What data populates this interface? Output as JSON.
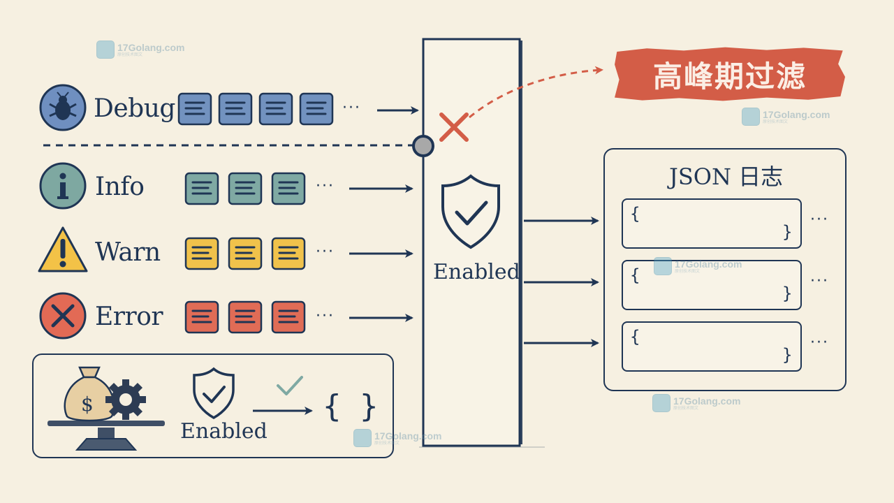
{
  "levels": [
    {
      "label": "Debug",
      "color": "#7292bf",
      "icon": "bug-icon",
      "icon_color": "#6f8fc0"
    },
    {
      "label": "Info",
      "color": "#7fa9a3",
      "icon": "info-icon",
      "icon_color": "#7ea8a1"
    },
    {
      "label": "Warn",
      "color": "#f0c24b",
      "icon": "warning-icon",
      "icon_color": "#f3c247"
    },
    {
      "label": "Error",
      "color": "#e06c56",
      "icon": "error-icon",
      "icon_color": "#e26a55"
    }
  ],
  "gate": {
    "label": "Enabled",
    "icon": "shield-check-icon"
  },
  "rejected": {
    "label": "高峰期过滤",
    "icon": "cross-icon",
    "color": "#d35d47"
  },
  "output": {
    "title": "JSON 日志",
    "entry_count": 3,
    "more": "···"
  },
  "legend": {
    "enabled_label": "Enabled",
    "output_symbol": "{ }",
    "icons": [
      "money-bag-icon",
      "gear-icon",
      "scale-icon",
      "shield-check-icon",
      "check-icon"
    ]
  },
  "watermark": {
    "text": "17Golang.com",
    "sub": "原创技术图文"
  },
  "colors": {
    "ink": "#1f3554",
    "background": "#f6f0e1",
    "accent": "#d35d47"
  }
}
